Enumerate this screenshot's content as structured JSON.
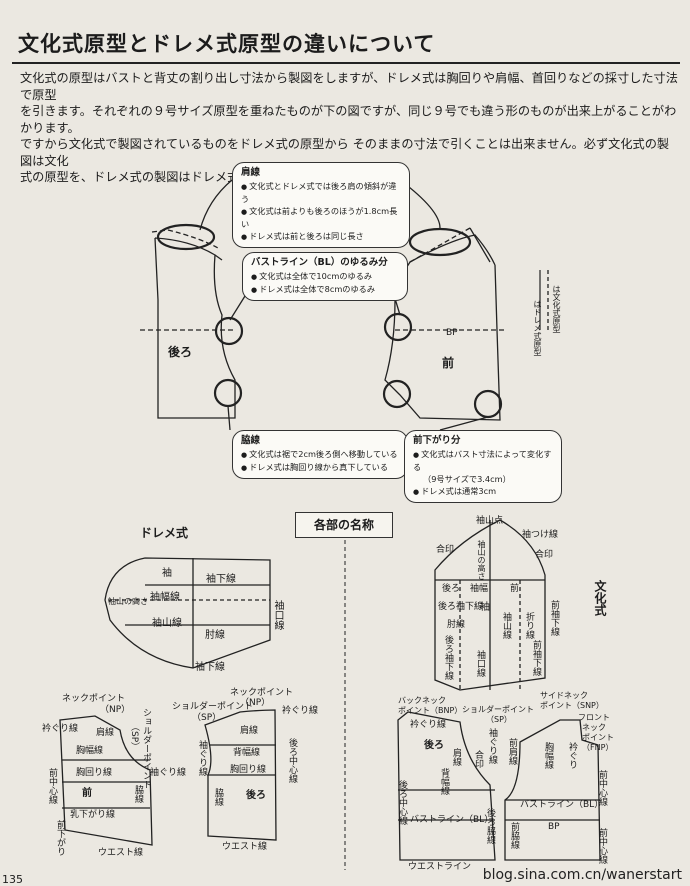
{
  "title": "文化式原型とドレメ式原型の違いについて",
  "intro": [
    "文化式の原型はバストと背丈の割り出し寸法から製図をしますが、ドレメ式は胸回りや肩幅、首回りなどの採寸した寸法で原型",
    "を引きます。それぞれの９号サイズ原型を重ねたものが下の図ですが、同じ９号でも違う形のものが出来上がることがわかります。",
    "ですから文化式で製図されているものをドレメ式の原型から そのままの寸法で引くことは出来ません。必ず文化式の製図は文化",
    "式の原型を、ドレメ式の製図はドレメ式の原型を使いましょう。"
  ],
  "callouts": {
    "shoulder": {
      "head": "肩線",
      "items": [
        "文化式とドレメ式では後ろ肩の傾斜が違う",
        "文化式は前よりも後ろのほうが1.8cm長い",
        "ドレメ式は前と後ろは同じ長さ"
      ]
    },
    "bust": {
      "head": "バストライン（BL）のゆるみ分",
      "items": [
        "文化式は全体で10cmのゆるみ",
        "ドレメ式は全体で8cmのゆるみ"
      ]
    },
    "side": {
      "head": "脇線",
      "items": [
        "文化式は裾で2cm後ろ側へ移動している",
        "ドレメ式は胸回り線から真下している"
      ]
    },
    "front": {
      "head": "前下がり分",
      "items": [
        "文化式はバスト寸法によって変化する",
        "（9号サイズで3.4cm）",
        "ドレメ式は通常3cm"
      ]
    }
  },
  "compare": {
    "back": "後ろ",
    "front": "前",
    "bp": "BP",
    "legend_bunka": "は文化式原型",
    "legend_dreme": "はドレメ式原型"
  },
  "section": "各部の名称",
  "dreme": {
    "title": "ドレメ式",
    "sleeve": [
      "袖",
      "袖下線",
      "袖幅線",
      "袖山線",
      "肘線",
      "袖口線",
      "袖山の高さ",
      "袖下線"
    ],
    "bodice_front": [
      "ネックポイント",
      "（NP）",
      "ショルダーポイント",
      "（SP）",
      "衿ぐり線",
      "肩線",
      "胸幅線",
      "胸回り線",
      "前",
      "脇線",
      "袖ぐり線",
      "前中心線",
      "乳下がり線",
      "前下がり",
      "ウエスト線"
    ],
    "bodice_back": [
      "ショルダーポイント",
      "（SP）",
      "ネックポイント",
      "（NP）",
      "衿ぐり線",
      "肩線",
      "背幅線",
      "胸回り線",
      "後ろ",
      "袖ぐり線",
      "後ろ中心線",
      "脇線",
      "ウエスト線"
    ]
  },
  "bunka": {
    "title": "文化式",
    "sleeve": [
      "袖山点",
      "袖つけ線",
      "合印",
      "袖山の高さ",
      "合印",
      "後ろ",
      "袖幅",
      "前",
      "後ろ袖下線",
      "袖",
      "袖山線",
      "肘線",
      "折り線",
      "前袖下線",
      "後ろ袖下線",
      "袖口線",
      "前袖下線"
    ],
    "bodice": [
      "サイドネック",
      "ポイント（SNP）",
      "フロント",
      "ネック",
      "ポイント",
      "（FNP）",
      "バックネック",
      "ポイント（BNP）",
      "ショルダーポイント",
      "（SP）",
      "衿ぐり線",
      "後ろ",
      "肩線",
      "前肩線",
      "袖ぐり線",
      "合印",
      "背幅線",
      "胸幅線",
      "衿ぐり",
      "前中心線",
      "後ろ中心線",
      "バストライン（BL）",
      "バストライン（BL）",
      "BP",
      "前中心線",
      "後ろ脇線",
      "前脇線",
      "ウエストライン"
    ]
  },
  "page_number": "135",
  "watermark": "blog.sina.com.cn/wanerstart"
}
